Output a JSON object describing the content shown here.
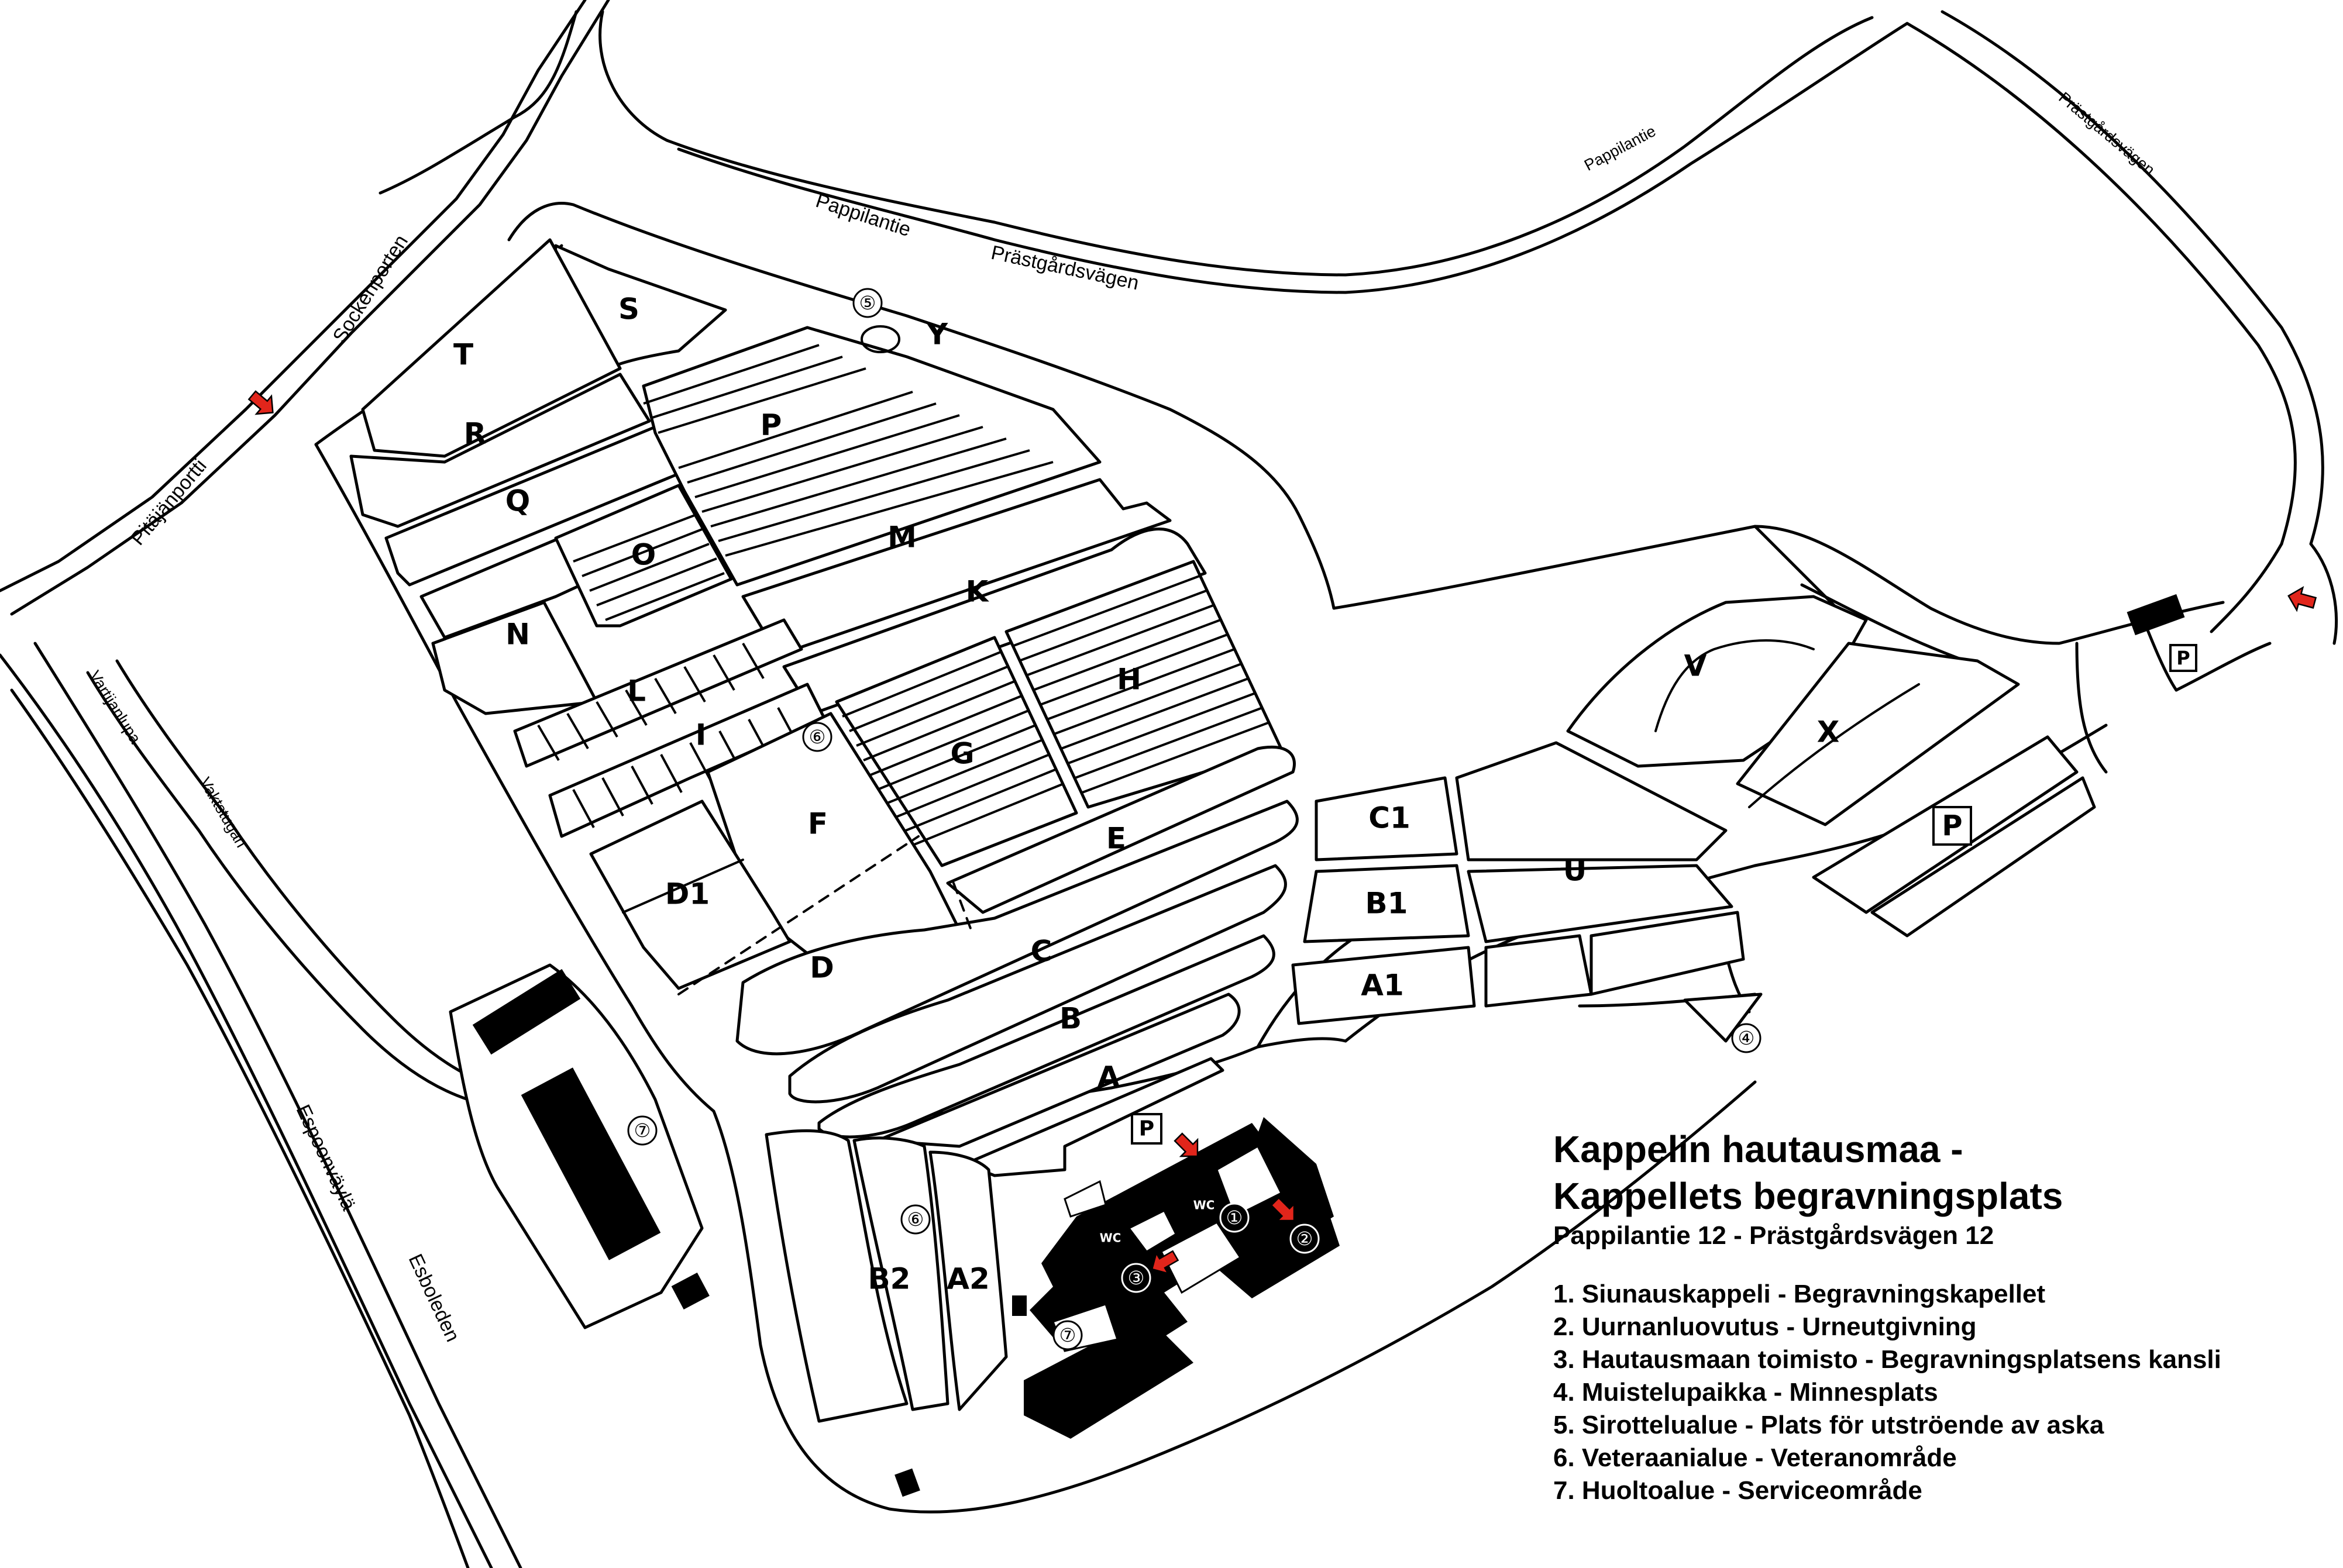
{
  "legend": {
    "title_line1": "Kappelin hautausmaa -",
    "title_line2": "Kappellets begravningsplats",
    "address": "Pappilantie 12 - Prästgårdsvägen 12",
    "items": [
      "1. Siunauskappeli - Begravningskapellet",
      "2. Uurnanluovutus - Urneutgivning",
      "3. Hautausmaan toimisto - Begravningsplatsens kansli",
      "4. Muistelupaikka - Minnesplats",
      "5. Sirottelualue - Plats för utströende av aska",
      "6. Veteraanialue - Veteranområde",
      "7. Huoltoalue - Serviceområde"
    ]
  },
  "streets": {
    "pappilantie_left": "Pappilantie",
    "prastgardsvagen_left": "Prästgårdsvägen",
    "pappilantie_right": "Pappilantie",
    "prastgardsvagen_right": "Prästgårdsvägen",
    "sockenporten": "Sockenporten",
    "pitajanportti": "Pitäjänportti",
    "vartijanlupa": "Vartijanlupa",
    "vaktstugan": "Vaktstugan",
    "espoonvayla": "Espoonväylä",
    "esboleden": "Esboleden"
  },
  "sections": {
    "S": "S",
    "T": "T",
    "R": "R",
    "Q": "Q",
    "N": "N",
    "O": "O",
    "P": "P",
    "Y": "Y",
    "M": "M",
    "K": "K",
    "L": "L",
    "I": "I",
    "H": "H",
    "G": "G",
    "F": "F",
    "E": "E",
    "D1": "D1",
    "D": "D",
    "C": "C",
    "B": "B",
    "A": "A",
    "C1": "C1",
    "B1": "B1",
    "A1": "A1",
    "U": "U",
    "V": "V",
    "X": "X",
    "B2": "B2",
    "A2": "A2"
  },
  "markers": {
    "m1": "①",
    "m2": "②",
    "m3": "③",
    "m4": "④",
    "m5": "⑤",
    "m6a": "⑥",
    "m6b": "⑥",
    "m7a": "⑦",
    "m7b": "⑦"
  },
  "parking": {
    "p_main": "P",
    "p_small": "P",
    "p_east": "P"
  },
  "wc": {
    "wc1": "WC",
    "wc2": "WC"
  },
  "colors": {
    "arrow": "#e1251b",
    "building": "#000000",
    "background": "#ffffff"
  },
  "icons": [
    "entrance-arrow-icon",
    "parking-icon",
    "wc-icon",
    "building-block-icon"
  ]
}
